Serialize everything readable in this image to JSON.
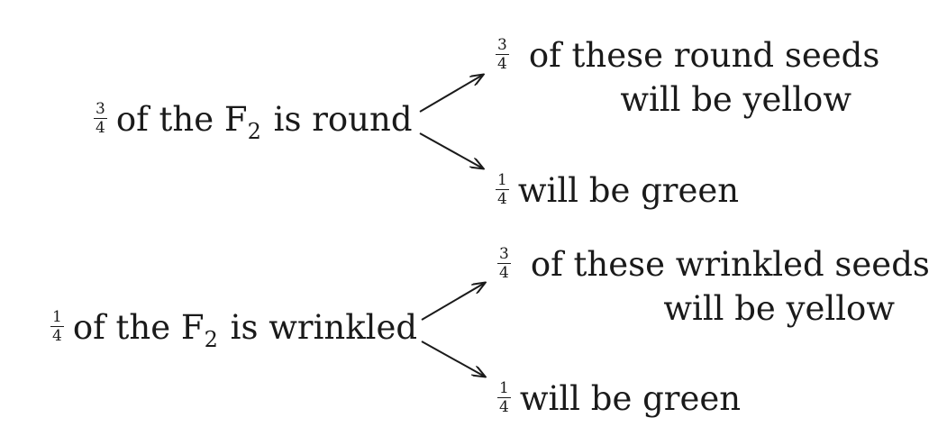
{
  "top": {
    "parent": {
      "frac_num": "3",
      "frac_den": "4",
      "text_before_sub": "of the F",
      "subscript": "2",
      "text_after_sub": " is round"
    },
    "branch_upper": {
      "frac_num": "3",
      "frac_den": "4",
      "line1": "of these round seeds",
      "line2": "will be yellow"
    },
    "branch_lower": {
      "frac_num": "1",
      "frac_den": "4",
      "text": "will be green"
    }
  },
  "bottom": {
    "parent": {
      "frac_num": "1",
      "frac_den": "4",
      "text_before_sub": "of the F",
      "subscript": "2",
      "text_after_sub": " is wrinkled"
    },
    "branch_upper": {
      "frac_num": "3",
      "frac_den": "4",
      "line1": "of these wrinkled seeds",
      "line2": "will be yellow"
    },
    "branch_lower": {
      "frac_num": "1",
      "frac_den": "4",
      "text": "will be green"
    }
  },
  "colors": {
    "text": "#1a1a1a",
    "background": "#ffffff"
  }
}
